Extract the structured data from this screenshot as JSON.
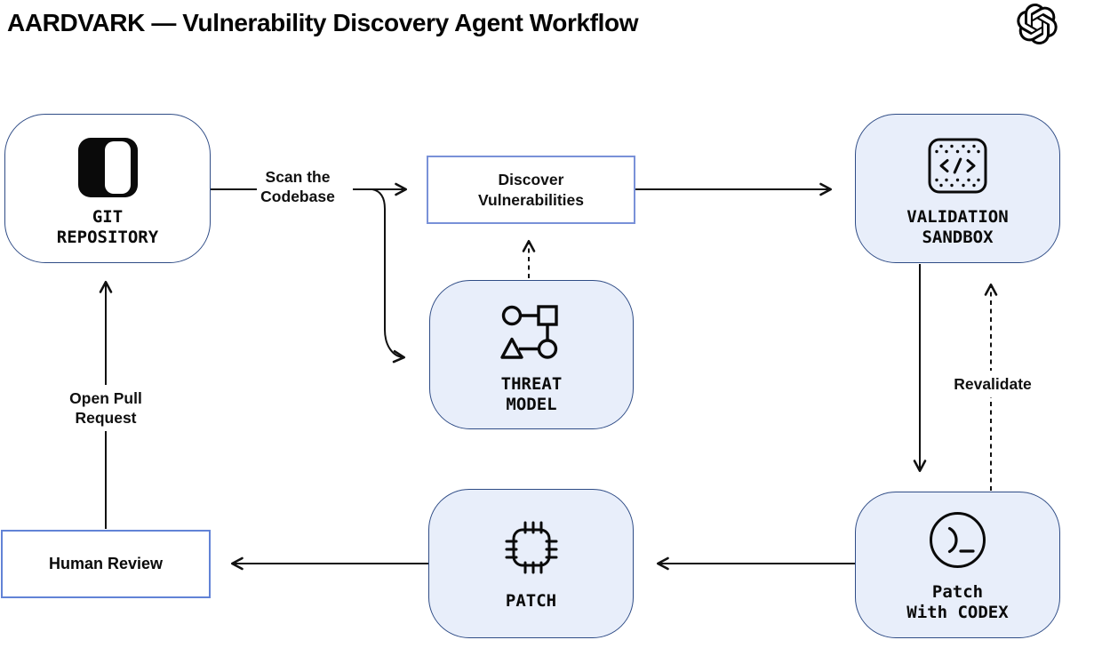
{
  "header": {
    "title": "AARDVARK — Vulnerability Discovery Agent Workflow",
    "logo_icon": "openai-logo"
  },
  "nodes": {
    "git_repository": {
      "line1": "GIT",
      "line2": "REPOSITORY",
      "icon": "panel-repository-icon"
    },
    "discover_vulnerabilities": {
      "line1": "Discover",
      "line2": "Vulnerabilities"
    },
    "threat_model": {
      "line1": "THREAT",
      "line2": "MODEL",
      "icon": "entity-graph-icon"
    },
    "validation_sandbox": {
      "line1": "VALIDATION",
      "line2": "SANDBOX",
      "icon": "code-sandbox-icon"
    },
    "patch_with_codex": {
      "line1": "Patch",
      "line2": "With CODEX",
      "icon": "terminal-prompt-icon"
    },
    "patch": {
      "line1": "PATCH",
      "icon": "stitched-patch-icon"
    },
    "human_review": {
      "label": "Human Review"
    }
  },
  "edge_labels": {
    "scan_the_codebase": {
      "line1": "Scan the",
      "line2": "Codebase"
    },
    "open_pull_request": {
      "line1": "Open Pull",
      "line2": "Request"
    },
    "revalidate": {
      "label": "Revalidate"
    }
  },
  "colors": {
    "rounded_node_border": "#2f4c86",
    "rounded_node_fill": "#e8eefa",
    "rect_node_border_light": "#7991d8",
    "rect_node_border_dark": "#6283d6",
    "arrow": "#111111",
    "text": "#0a0a0a",
    "background": "#ffffff"
  }
}
